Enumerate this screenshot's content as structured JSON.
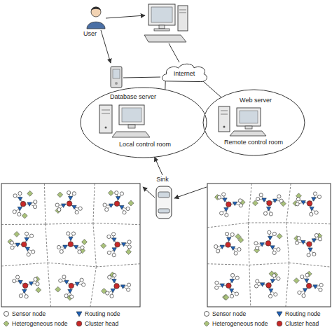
{
  "diagram": {
    "nodes": [
      {
        "text": [
          "Internet"
        ]
      },
      {
        "text": [
          "Database server",
          "Local control room"
        ]
      },
      {
        "text": [
          "Web server",
          "Remote control room"
        ]
      },
      {
        "text": [
          "Sink"
        ]
      }
    ],
    "edges": [
      {
        "from": 0,
        "to": 1,
        "arrow": "none"
      },
      {
        "from": 0,
        "to": 2,
        "arrow": "none"
      },
      {
        "from": 3,
        "to": 1,
        "arrow": "to"
      }
    ],
    "labels": [
      "User"
    ],
    "legend": [
      {
        "text": "Sensor node"
      },
      {
        "text": "Routing node"
      },
      {
        "text": "Heterogeneous node"
      },
      {
        "text": "Cluster head"
      },
      {
        "text": "Sensor node"
      },
      {
        "text": "Routing node"
      },
      {
        "text": "Heterogeneous node"
      },
      {
        "text": "Cluster head"
      }
    ]
  }
}
